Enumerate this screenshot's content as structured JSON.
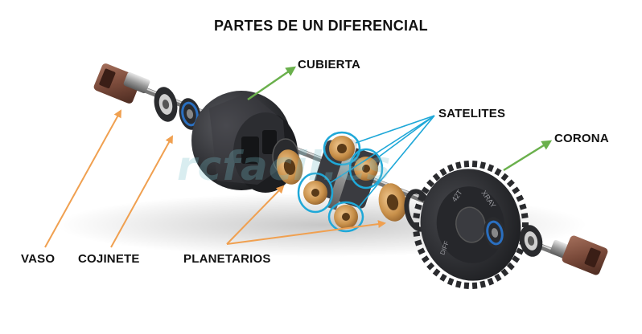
{
  "title": "PARTES DE UN DIFERENCIAL",
  "labels": {
    "cubierta": "CUBIERTA",
    "satelites": "SATELITES",
    "corona": "CORONA",
    "vaso": "VASO",
    "cojinete": "COJINETE",
    "planetarios": "PLANETARIOS"
  },
  "watermark": "rcfacil.es",
  "gear_text": {
    "teeth": "42T",
    "brand": "XRAY",
    "part": "DIFF"
  },
  "colors": {
    "arrow_green": "#6ab04c",
    "arrow_orange": "#f0a050",
    "highlight_blue": "#1fa8d8",
    "metal_dark": "#2a2b2e",
    "cup_brown": "#7a4a3a",
    "bearing_blue": "#2a6fc0",
    "bronze": "#c8904a"
  }
}
